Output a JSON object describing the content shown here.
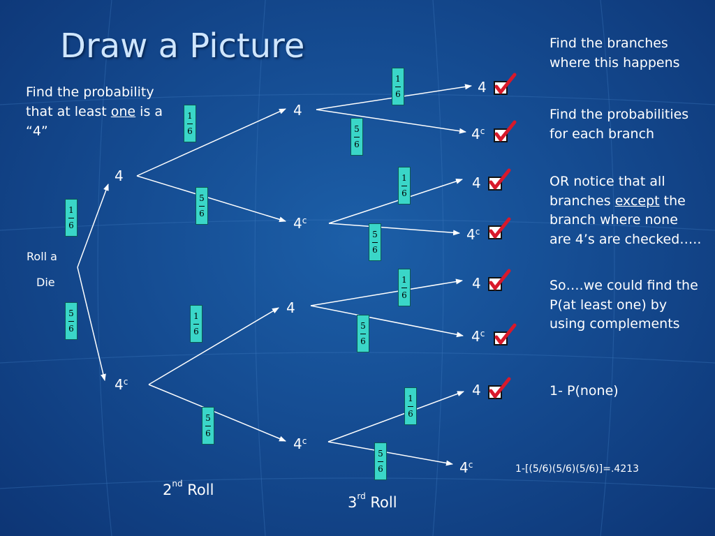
{
  "slide": {
    "title": "Draw a Picture",
    "prompt": {
      "line1": "Find the probability that at least ",
      "emph": "one",
      "line2": " is a “4”"
    },
    "roll_label": {
      "line1": "Roll a",
      "line2": "Die"
    },
    "colors": {
      "background": "#154c92",
      "fraction_box": "#3ad6c8",
      "check_red": "#d8192b",
      "text": "#ffffff"
    },
    "icons": {
      "check": "red-check-mark-icon"
    }
  },
  "tree": {
    "first_roll": {
      "hit": "4",
      "miss_base": "4",
      "miss_sup": "c"
    },
    "first_roll_probs": [
      {
        "num": "1",
        "den": "6"
      },
      {
        "num": "5",
        "den": "6"
      }
    ],
    "second_roll": [
      {
        "base": "4",
        "sup": ""
      },
      {
        "base": "4",
        "sup": "c"
      },
      {
        "base": "4",
        "sup": ""
      },
      {
        "base": "4",
        "sup": "c"
      }
    ],
    "second_roll_probs": [
      {
        "num": "1",
        "den": "6"
      },
      {
        "num": "5",
        "den": "6"
      },
      {
        "num": "1",
        "den": "6"
      },
      {
        "num": "5",
        "den": "6"
      }
    ],
    "third_roll": [
      {
        "base": "4",
        "sup": ""
      },
      {
        "base": "4",
        "sup": "c"
      },
      {
        "base": "4",
        "sup": ""
      },
      {
        "base": "4",
        "sup": "c"
      },
      {
        "base": "4",
        "sup": ""
      },
      {
        "base": "4",
        "sup": "c"
      },
      {
        "base": "4",
        "sup": ""
      },
      {
        "base": "4",
        "sup": "c"
      }
    ],
    "third_roll_probs": [
      {
        "num": "1",
        "den": "6"
      },
      {
        "num": "5",
        "den": "6"
      },
      {
        "num": "1",
        "den": "6"
      },
      {
        "num": "5",
        "den": "6"
      },
      {
        "num": "1",
        "den": "6"
      },
      {
        "num": "5",
        "den": "6"
      },
      {
        "num": "1",
        "den": "6"
      },
      {
        "num": "5",
        "den": "6"
      }
    ],
    "checked_outcomes": [
      true,
      true,
      true,
      true,
      true,
      true,
      true,
      false
    ],
    "axis_labels": {
      "second": {
        "pre": "2",
        "sup": "nd",
        "post": " Roll"
      },
      "third": {
        "pre": "3",
        "sup": "rd",
        "post": " Roll"
      }
    }
  },
  "notes": {
    "find_branches": "Find the branches where this happens",
    "find_probs": "Find the probabilities for each branch",
    "notice": {
      "pre": "OR notice that all branches ",
      "emph": "except",
      "post": " the branch where none are 4’s are checked….."
    },
    "complements": "So….we could find the P(at least one) by using complements",
    "formula": "1- P(none)",
    "answer": "1-[(5/6)(5/6)(5/6)]=.4213"
  }
}
